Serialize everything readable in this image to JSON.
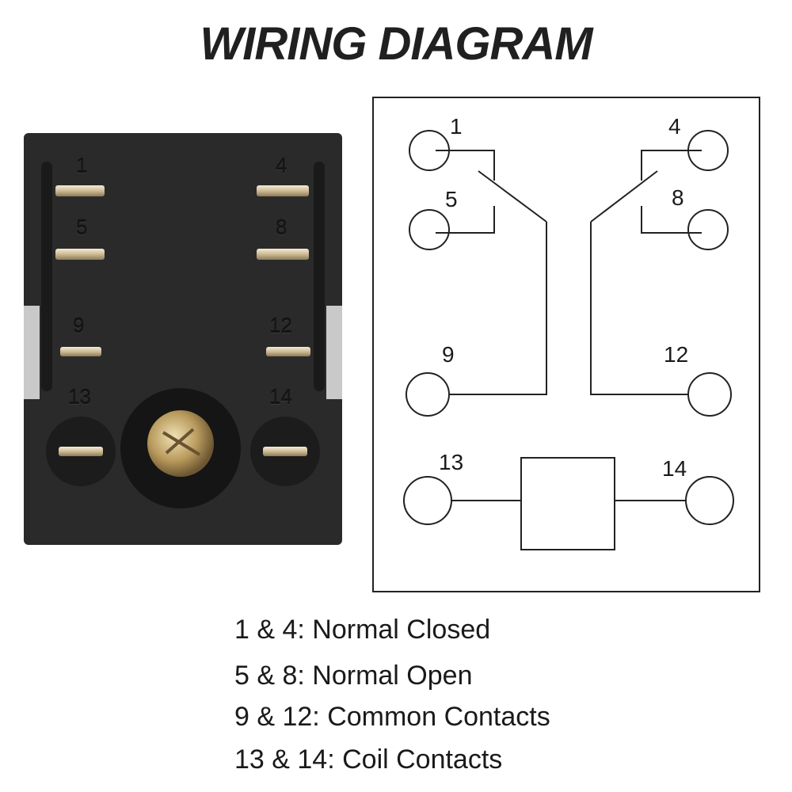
{
  "title": "WIRING DIAGRAM",
  "relay_photo": {
    "pins": [
      {
        "id": "1",
        "label": "1"
      },
      {
        "id": "4",
        "label": "4"
      },
      {
        "id": "5",
        "label": "5"
      },
      {
        "id": "8",
        "label": "8"
      },
      {
        "id": "9",
        "label": "9"
      },
      {
        "id": "12",
        "label": "12"
      },
      {
        "id": "13",
        "label": "13"
      },
      {
        "id": "14",
        "label": "14"
      }
    ]
  },
  "diagram": {
    "terminals": [
      "1",
      "4",
      "5",
      "8",
      "9",
      "12",
      "13",
      "14"
    ]
  },
  "legend": [
    "1 & 4: Normal Closed",
    "5 & 8: Normal Open",
    "9 & 12: Common Contacts",
    "13 & 14: Coil Contacts"
  ],
  "colors": {
    "relay_body": "#2a2a2a",
    "pin_metal": "#d8c8a8",
    "line": "#222222"
  }
}
